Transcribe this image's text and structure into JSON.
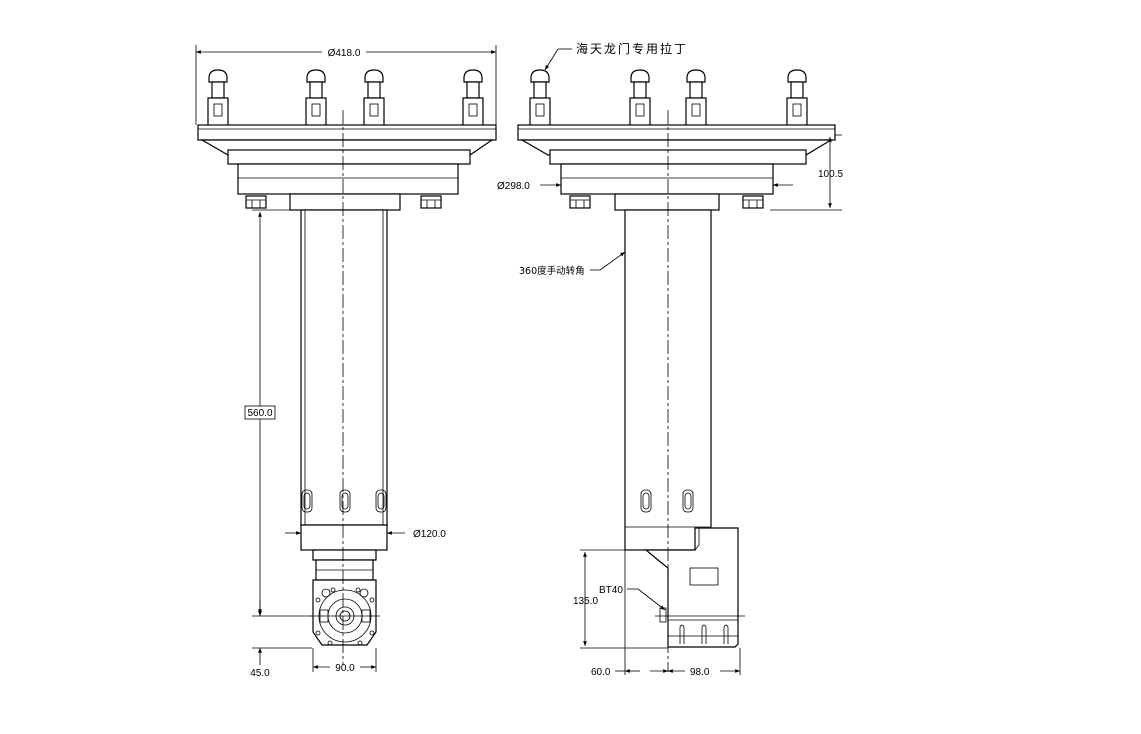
{
  "drawing": {
    "front_view": {
      "flange_diameter": "Ø418.0",
      "length": "560.0",
      "column_diameter": "Ø120.0",
      "spindle_offset": "45.0",
      "head_width": "90.0"
    },
    "side_view": {
      "pull_stud_note": "海天龙门专用拉丁",
      "body_diameter": "Ø298.0",
      "flange_height": "100.5",
      "rotation_note": "360度手动转角",
      "taper_label": "BT40",
      "head_height": "135.0",
      "offset_left": "60.0",
      "offset_right": "98.0"
    }
  }
}
